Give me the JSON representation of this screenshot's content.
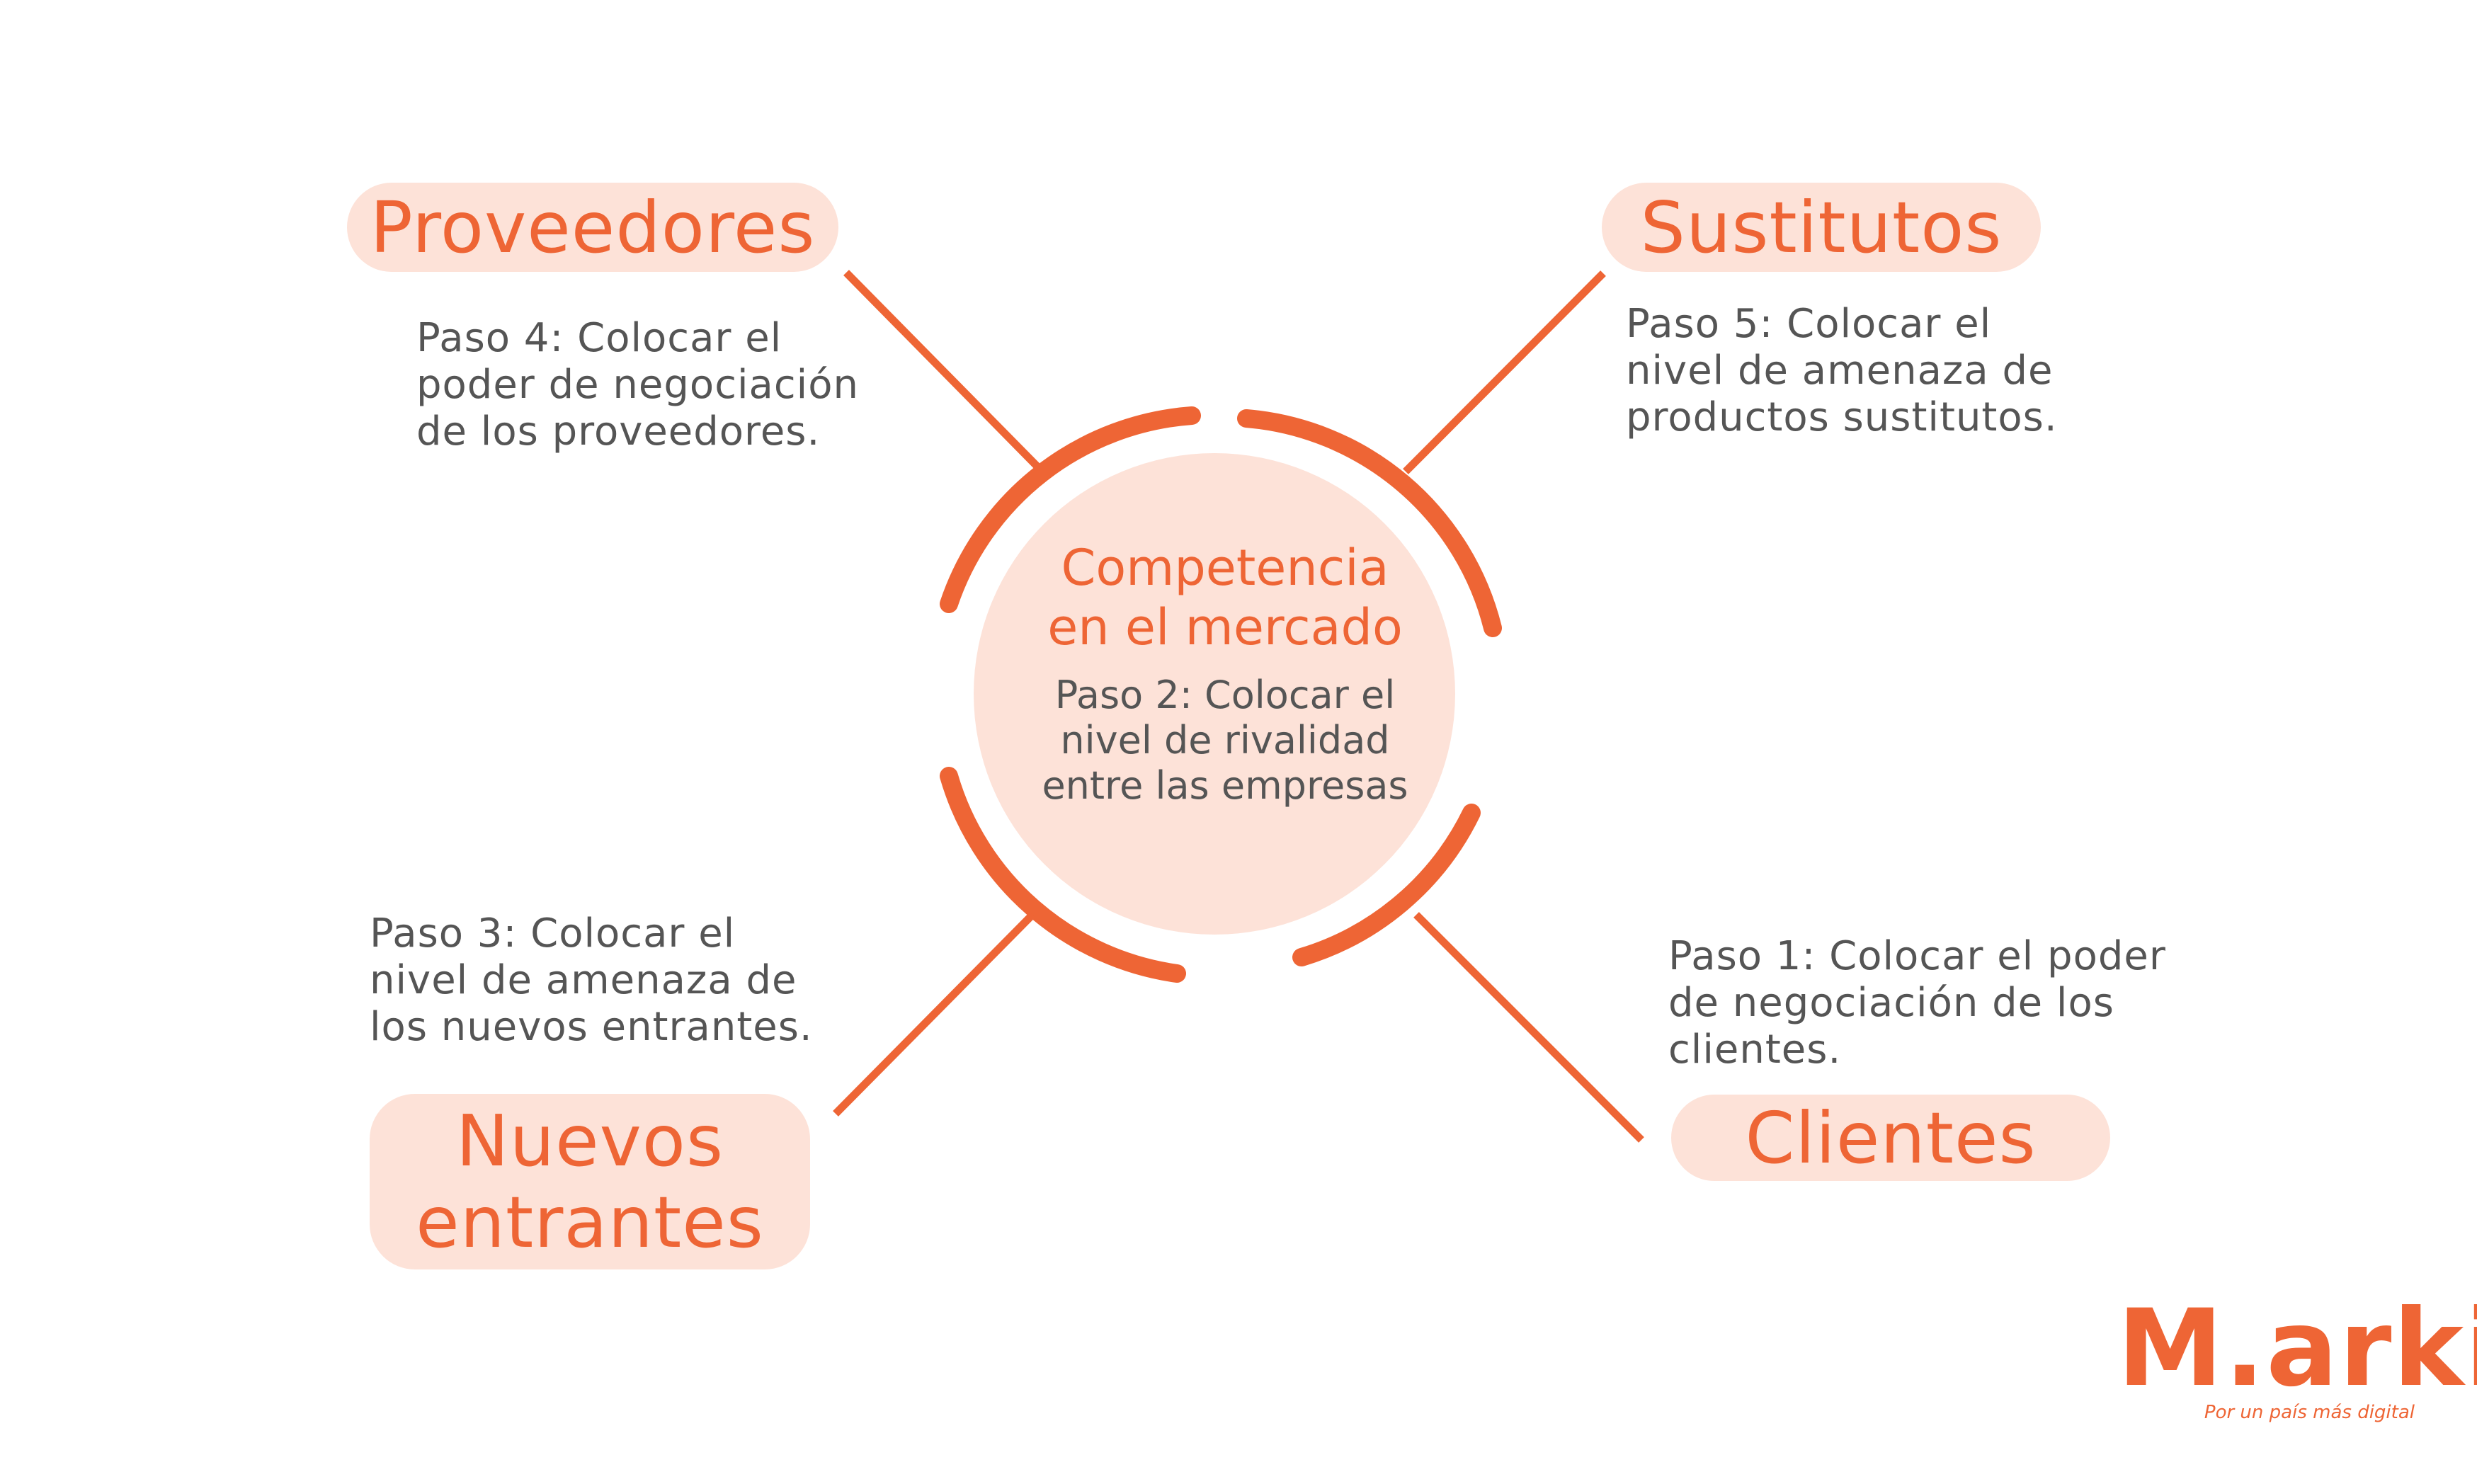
{
  "colors": {
    "accent": "#ee6535",
    "pill_fill": "#fde2d8",
    "text": "#555555"
  },
  "center": {
    "title": "Competencia\nen el mercado",
    "step": "Paso 2: Colocar el\nnivel de rivalidad\nentre las empresas"
  },
  "forces": {
    "proveedores": {
      "label": "Proveedores",
      "step": "Paso 4: Colocar el\npoder de negociación\nde los proveedores."
    },
    "sustitutos": {
      "label": "Sustitutos",
      "step": "Paso 5: Colocar el\nnivel de amenaza de\nproductos sustitutos."
    },
    "nuevos": {
      "label": "Nuevos entrantes",
      "step": "Paso 3: Colocar el\nnivel de amenaza de\nlos nuevos entrantes."
    },
    "clientes": {
      "label": "Clientes",
      "step": "Paso 1: Colocar el poder\n de negociación de los\nclientes."
    }
  },
  "logo": {
    "wordmark": "M.arki",
    "tagline": "Por un país más digital"
  }
}
